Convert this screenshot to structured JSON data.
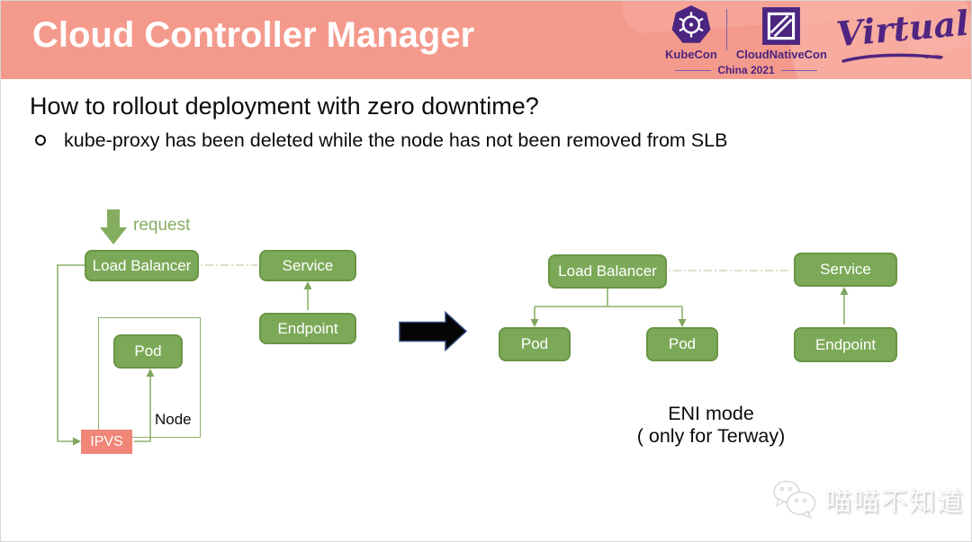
{
  "header": {
    "title": "Cloud Controller Manager",
    "conference": {
      "kubecon_label": "KubeCon",
      "cloudnativecon_label": "CloudNativeCon",
      "edition_label": "China 2021",
      "virtual_label": "Virtual"
    }
  },
  "content": {
    "heading": "How to rollout deployment with zero downtime?",
    "bullet_text": "kube-proxy has been deleted while the node has not been removed from SLB"
  },
  "diagram": {
    "before": {
      "request_label": "request",
      "load_balancer_label": "Load Balancer",
      "service_label": "Service",
      "endpoint_label": "Endpoint",
      "pod_label": "Pod",
      "node_label": "Node",
      "ipvs_label": "IPVS"
    },
    "after": {
      "load_balancer_label": "Load Balancer",
      "service_label": "Service",
      "endpoint_label": "Endpoint",
      "pod_left_label": "Pod",
      "pod_right_label": "Pod",
      "caption_line1": "ENI mode",
      "caption_line2": "( only for Terway)"
    }
  },
  "watermark": {
    "text": "喵喵不知道",
    "icon": "wechat-icon"
  },
  "colors": {
    "banner_bg": "#F49A8C",
    "banner_blob": "#F8B2A5",
    "brand_purple": "#4B2580",
    "box_green": "#7CA958",
    "box_green_border": "#699544",
    "connector_green": "#8DB26B",
    "ipvs_red": "#EF8678",
    "arrow_black": "#000000"
  }
}
